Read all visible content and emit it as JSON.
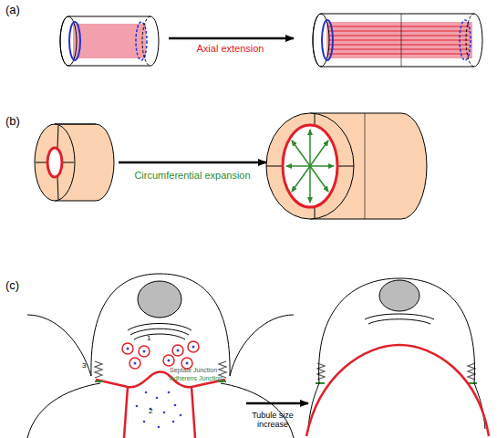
{
  "diagram": {
    "labels": [
      "(a)",
      "Axial extension",
      "(b)",
      "Circumferential expansion",
      "(c)",
      "1",
      "2",
      "3",
      "Septate Junction",
      "Adherens Junction",
      "Tubule size increase"
    ]
  }
}
